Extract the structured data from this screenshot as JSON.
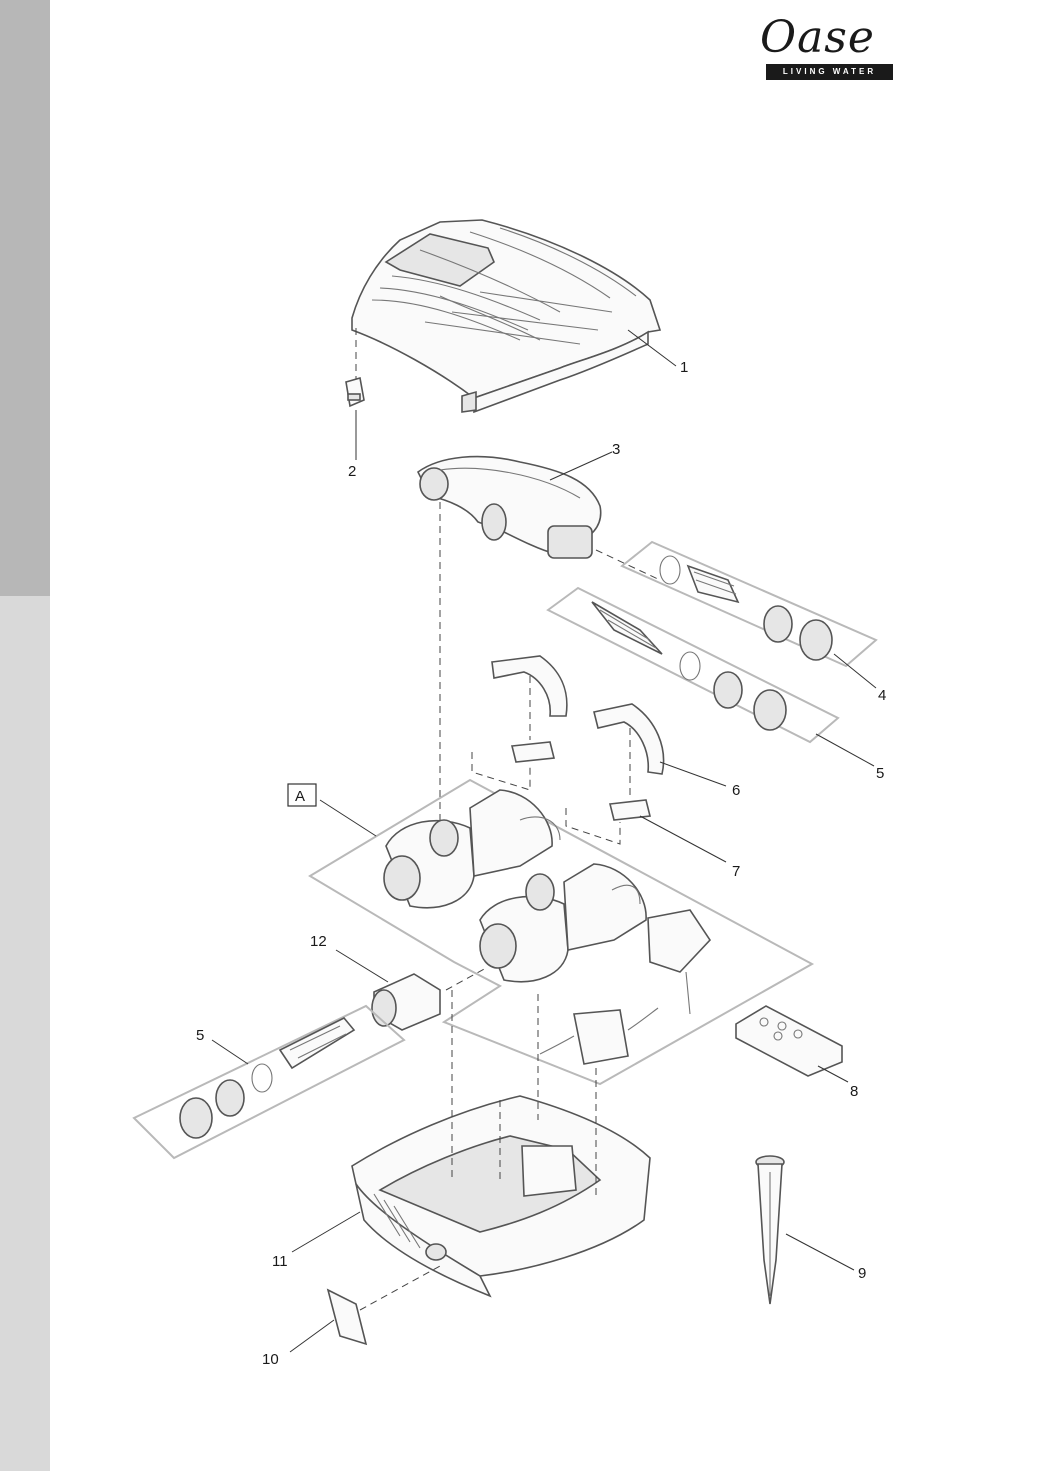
{
  "brand": {
    "name": "Oase",
    "tagline": "LIVING WATER"
  },
  "labels": {
    "l1": "1",
    "l2": "2",
    "l3": "3",
    "l4": "4",
    "l5a": "5",
    "l5b": "5",
    "l6": "6",
    "l7": "7",
    "l8": "8",
    "l9": "9",
    "l10": "10",
    "l11": "11",
    "l12": "12",
    "assembly": "A"
  }
}
